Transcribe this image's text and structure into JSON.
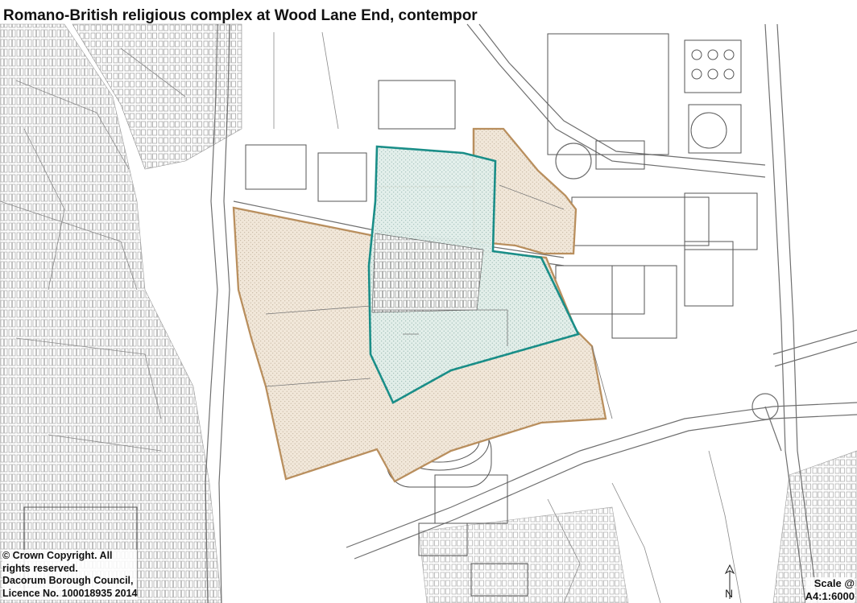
{
  "map": {
    "title": "Romano-British religious complex at Wood Lane End, contempor",
    "copyright_lines": [
      "© Crown Copyright. All",
      "rights reserved.",
      "Dacorum Borough Council,",
      "Licence No. 100018935 2014"
    ],
    "scale_label": "Scale @",
    "scale_value": "A4:1:6000",
    "north_letter": "N",
    "colors": {
      "outer_boundary": "#b98f5e",
      "inner_boundary": "#1a8e88",
      "outer_fill": "#efe3d3",
      "inner_fill": "#dcece8",
      "linework": "#6f6f6f"
    }
  }
}
